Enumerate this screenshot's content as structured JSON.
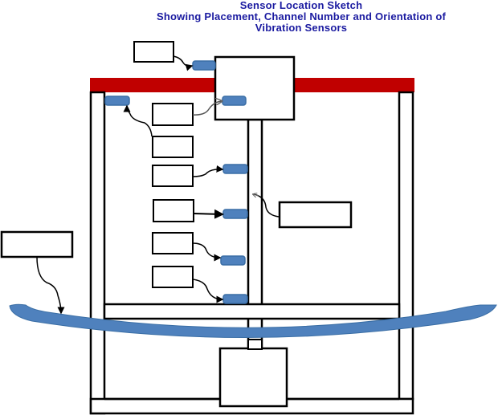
{
  "title": {
    "line1": "Sensor Location Sketch",
    "line2": "Showing Placement, Channel Number and Orientation of",
    "line3": "Vibration Sensors"
  },
  "colors": {
    "title": "#1a1aa0",
    "red_beam": "#c00000",
    "sensor_fill": "#4f81bd",
    "sensor_stroke": "#3a6ea5",
    "blade_fill": "#4f81bd",
    "structure_stroke": "#000000",
    "structure_fill": "#ffffff"
  },
  "label_boxes": [
    {
      "id": "label-top-left",
      "text": ""
    },
    {
      "id": "label-1",
      "text": ""
    },
    {
      "id": "label-2",
      "text": ""
    },
    {
      "id": "label-3",
      "text": ""
    },
    {
      "id": "label-4",
      "text": ""
    },
    {
      "id": "label-5",
      "text": ""
    },
    {
      "id": "label-6",
      "text": ""
    },
    {
      "id": "label-right",
      "text": ""
    },
    {
      "id": "label-blade",
      "text": ""
    }
  ],
  "sensors": [
    {
      "id": "sensor-top-box-left"
    },
    {
      "id": "sensor-top-box-inner"
    },
    {
      "id": "sensor-left-post"
    },
    {
      "id": "sensor-shaft-1"
    },
    {
      "id": "sensor-shaft-2"
    },
    {
      "id": "sensor-shaft-3"
    },
    {
      "id": "sensor-shaft-4"
    }
  ]
}
